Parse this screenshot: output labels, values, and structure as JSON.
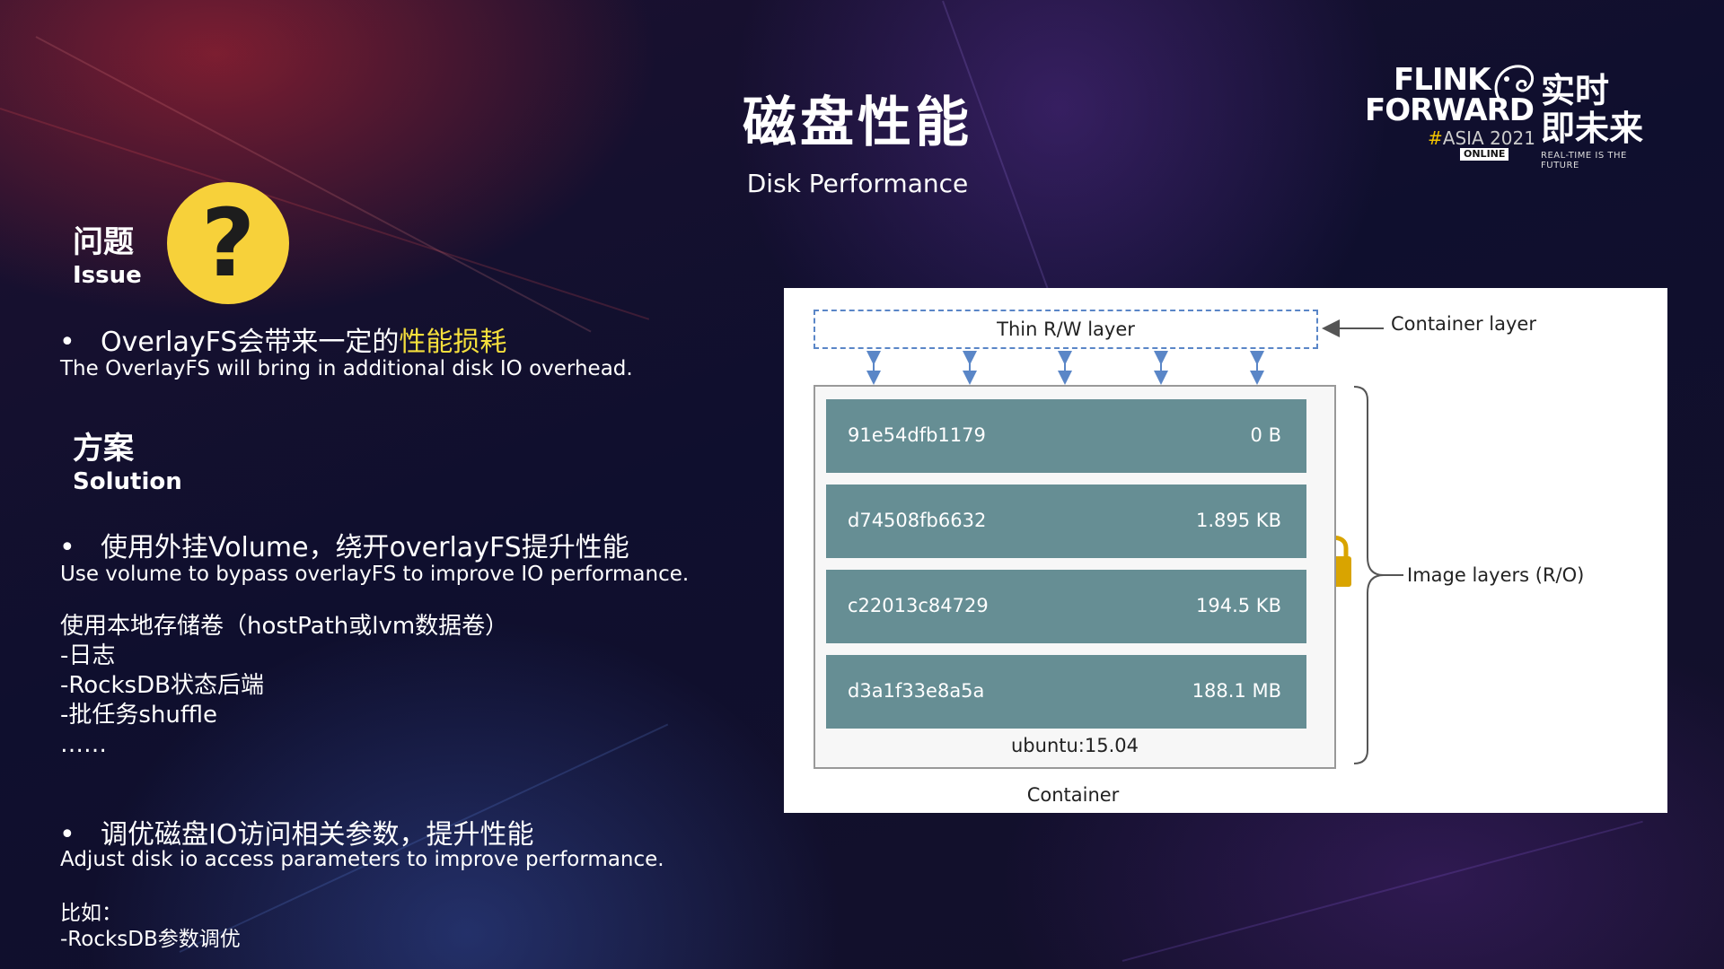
{
  "slide": {
    "title": "磁盘性能",
    "subtitle": "Disk Performance"
  },
  "logo": {
    "line1": "FLINK",
    "line2": "FORWARD",
    "asia_hash": "#",
    "asia_text": "ASIA 2021",
    "online": "ONLINE",
    "cn_line1": "实时",
    "cn_line2": "即未来",
    "tagline": "REAL-TIME IS THE FUTURE"
  },
  "issue": {
    "heading_cn": "问题",
    "heading_en": "Issue",
    "icon": "question-mark-icon",
    "icon_glyph": "?",
    "bullet": "•",
    "bullet_cn_prefix": "OverlayFS会带来一定的",
    "bullet_cn_highlight": "性能损耗",
    "bullet_en": "The OverlayFS will bring in additional disk IO overhead."
  },
  "solution": {
    "heading_cn": "方案",
    "heading_en": "Solution",
    "bullet": "•",
    "item1_cn": "使用外挂Volume，绕开overlayFS提升性能",
    "item1_en": "Use volume to bypass overlayFS to improve IO performance.",
    "local_storage": "使用本地存储卷（hostPath或lvm数据卷）",
    "local_items": [
      "-日志",
      "-RocksDB状态后端",
      "-批任务shuffle",
      "……"
    ],
    "item2_cn": "调优磁盘IO访问相关参数，提升性能",
    "item2_en": "Adjust disk io access parameters to improve performance.",
    "example_label": "比如：",
    "example_items": [
      "-RocksDB参数调优"
    ]
  },
  "diagram": {
    "rw_layer": "Thin R/W layer",
    "container_layer": "Container layer",
    "image_layers_label": "Image layers (R/O)",
    "base_image": "ubuntu:15.04",
    "container_caption": "Container",
    "layers": [
      {
        "id": "91e54dfb1179",
        "size": "0 B"
      },
      {
        "id": "d74508fb6632",
        "size": "1.895 KB"
      },
      {
        "id": "c22013c84729",
        "size": "194.5 KB"
      },
      {
        "id": "d3a1f33e8a5a",
        "size": "188.1 MB"
      }
    ],
    "colors": {
      "layer_fill": "#668e94",
      "dashed_border": "#5a86c7",
      "lock": "#d9a400"
    }
  }
}
